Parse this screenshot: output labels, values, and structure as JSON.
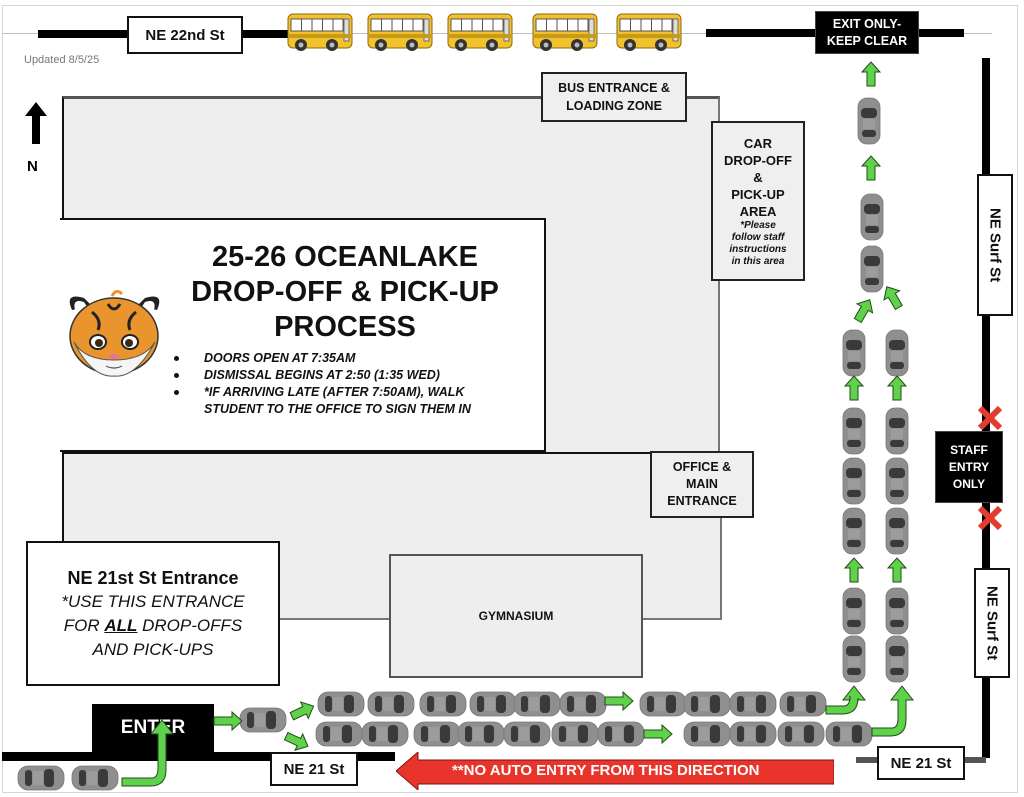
{
  "updated": "Updated 8/5/25",
  "compass": {
    "label": "N",
    "icon": "north-arrow-icon"
  },
  "title": {
    "line1": "25-26 OCEANLAKE",
    "line2": "DROP-OFF & PICK-UP",
    "line3": "PROCESS"
  },
  "mascot": {
    "icon": "tiger-mascot-icon"
  },
  "bullets": [
    "DOORS OPEN AT 7:35AM",
    "DISMISSAL BEGINS AT 2:50 (1:35 WED)",
    "*IF ARRIVING LATE (AFTER 7:50AM), WALK STUDENT  TO THE OFFICE TO SIGN THEM IN"
  ],
  "streets": {
    "north": "NE 22nd St",
    "east_upper": "NE Surf St",
    "east_lower": "NE Surf St",
    "south_left": "NE 21 St",
    "south_right": "NE 21 St"
  },
  "exit_sign": {
    "line1": "EXIT ONLY-",
    "line2": "KEEP CLEAR"
  },
  "staff_sign": {
    "line1": "STAFF",
    "line2": "ENTRY",
    "line3": "ONLY"
  },
  "bus_zone": {
    "line1": "BUS ENTRANCE &",
    "line2": "LOADING ZONE"
  },
  "car_area": {
    "line1": "CAR",
    "line2": "DROP-OFF",
    "line3": "&",
    "line4": "PICK-UP",
    "line5": "AREA",
    "note1": "*Please",
    "note2": "follow staff",
    "note3": "instructions",
    "note4": "in this area"
  },
  "office": {
    "line1": "OFFICE &",
    "line2": "MAIN",
    "line3": "ENTRANCE"
  },
  "gym": {
    "label": "GYMNASIUM"
  },
  "entrance_box": {
    "heading": "NE 21st St Entrance",
    "line1": "*USE THIS ENTRANCE",
    "line2_pre": "FOR ",
    "line2_em": "ALL",
    "line2_post": " DROP-OFFS",
    "line3": "AND PICK-UPS"
  },
  "enter_sign": {
    "label": "ENTER"
  },
  "no_entry_banner": {
    "label": "**NO AUTO ENTRY FROM THIS DIRECTION"
  },
  "bus_count": 5,
  "colors": {
    "arrow_green": "#5fd14a",
    "banner_red": "#e8342a",
    "x_red": "#e23c2f",
    "bus_yellow": "#f2c12e",
    "car_grey": "#8f8f8f",
    "building_fill": "#eeeeee"
  }
}
